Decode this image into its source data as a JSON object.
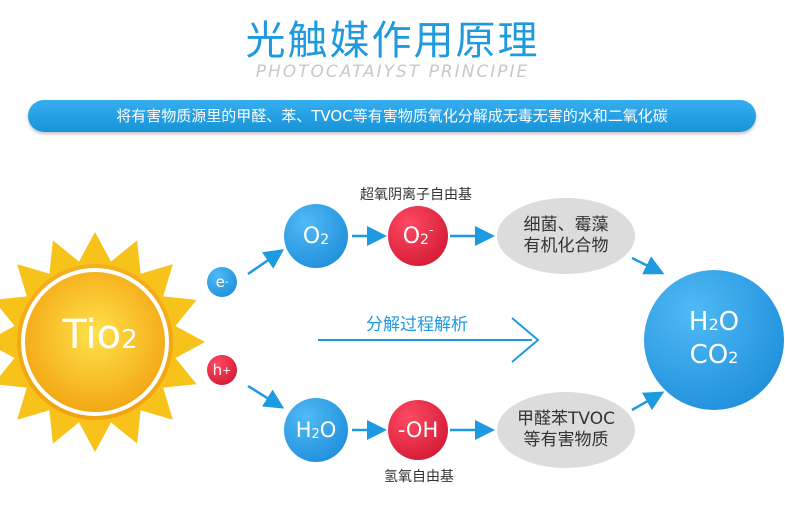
{
  "header": {
    "title": "光触媒作用原理",
    "subtitle": "PHOTOCATAIYST PRINCIPIE",
    "banner": "将有害物质源里的甲醛、苯、TVOC等有害物质氧化分解成无毒无害的水和二氧化碳"
  },
  "diagram": {
    "sun_label": "Tio",
    "sun_sub": "2",
    "electron": "e",
    "electron_sup": "-",
    "hole": "h",
    "hole_sup": "+",
    "o2": "O",
    "o2_sub": "2",
    "o2_radical": "O",
    "o2_radical_sub": "2",
    "o2_radical_sup": "-",
    "superoxide_label": "超氧阴离子自由基",
    "bacteria_line1": "细菌、霉藻",
    "bacteria_line2": "有机化合物",
    "process_label": "分解过程解析",
    "h2o_in": "H",
    "h2o_in_sub": "2",
    "h2o_in_tail": "O",
    "oh": "-OH",
    "hydroxyl_label": "氢氧自由基",
    "pollutant_line1": "甲醛苯TVOC",
    "pollutant_line2": "等有害物质",
    "product_h": "H",
    "product_h_sub": "2",
    "product_h_tail": "O",
    "product_co": "CO",
    "product_co_sub": "2"
  },
  "colors": {
    "blue": "#1e9ae0",
    "red": "#d5132f",
    "gray": "#dcdcdc",
    "sun_yellow": "#f7c21a"
  }
}
